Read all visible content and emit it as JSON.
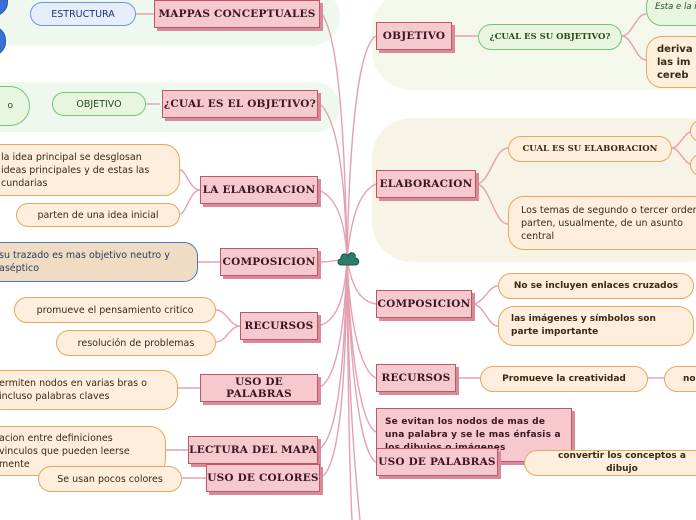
{
  "center": {
    "icon": "cloud-icon",
    "color": "#2e7d6b"
  },
  "left": {
    "estructura_pill": "ESTRUCTURA",
    "mapas_title": "MAPPAS CONCEPTUALES",
    "objetivo_pill": "OBJETIVO",
    "cual_objetivo_title": "¿CUAL ES EL OBJETIVO?",
    "elaboracion_title": "LA ELABORACION",
    "elaboracion_detail_1": "la idea principal se desglosan ideas principales y de estas las cundarias",
    "elaboracion_detail_2": "parten de una idea inicial",
    "composicion_title": "COMPOSICION",
    "composicion_detail": "su trazado es mas objetivo neutro y aséptico",
    "recursos_title": "RECURSOS",
    "recursos_detail_1": "promueve el pensamiento critico",
    "recursos_detail_2": "resolución de problemas",
    "palabras_title": "USO DE PALABRAS",
    "palabras_detail": "ermiten nodos en varias bras o incluso palabras claves",
    "lectura_title": "LECTURA DEL MAPA",
    "lectura_detail": "acion entre definiciones vinculos que pueden leerse mente",
    "colores_title": "USO DE COLORES",
    "colores_detail": "Se usan pocos colores"
  },
  "right": {
    "objetivo_title": "OBJETIVO",
    "su_objetivo_pill": "¿CUAL ES SU OBJETIVO?",
    "objetivo_top_text": "Esta e la info",
    "objetivo_detail": "deriva las im cereb",
    "elaboracion_title": "ELABORACION",
    "su_elaboracion_pill": "CUAL ES SU ELABORACION",
    "elaboracion_detail": "Los temas de segundo o tercer orden parten, usualmente, de un asunto central",
    "composicion_title": "COMPOSICION",
    "composicion_detail_1": "No se incluyen enlaces cruzados",
    "composicion_detail_2": "las imágenes y símbolos son parte importante",
    "recursos_title": "RECURSOS",
    "recursos_detail_1": "Promueve la creatividad",
    "recursos_detail_2": "no",
    "nodos_text": "Se evitan los nodos de mas de una palabra y se le mas énfasis a los dibujos o imágenes",
    "palabras_title": "USO DE PALABRAS",
    "palabras_detail": "convertir los conceptos a dibujo"
  },
  "colors": {
    "header_fill": "#f6c9cf",
    "header_border": "#c0566a",
    "connector": "#e5a0b0",
    "detail_fill": "#fdeede",
    "detail_border": "#e8a75a",
    "band": "#eef8ee",
    "blue_accent": "#3b6fd8"
  }
}
